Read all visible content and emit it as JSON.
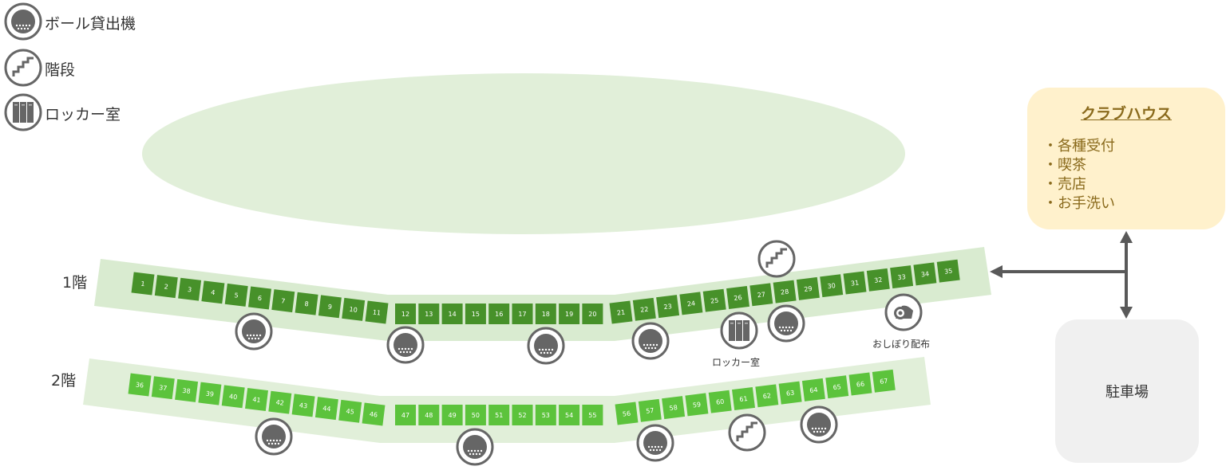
{
  "legend": {
    "items": [
      {
        "icon": "golf-ball-icon",
        "label": "ボール貸出機"
      },
      {
        "icon": "stairs-icon",
        "label": "階段"
      },
      {
        "icon": "locker-icon",
        "label": "ロッカー室"
      }
    ]
  },
  "floors": [
    {
      "label": "1階",
      "bays": [
        "1",
        "2",
        "3",
        "4",
        "5",
        "6",
        "7",
        "8",
        "9",
        "10",
        "11",
        "12",
        "13",
        "14",
        "15",
        "16",
        "17",
        "18",
        "19",
        "20",
        "21",
        "22",
        "23",
        "24",
        "25",
        "26",
        "27",
        "28",
        "29",
        "30",
        "31",
        "32",
        "33",
        "34",
        "35"
      ]
    },
    {
      "label": "2階",
      "bays": [
        "36",
        "37",
        "38",
        "39",
        "40",
        "41",
        "42",
        "43",
        "44",
        "45",
        "46",
        "47",
        "48",
        "49",
        "50",
        "51",
        "52",
        "53",
        "54",
        "55",
        "56",
        "57",
        "58",
        "59",
        "60",
        "61",
        "62",
        "63",
        "64",
        "65",
        "66",
        "67"
      ]
    }
  ],
  "captions": {
    "locker": "ロッカー室",
    "towel": "おしぼり配布"
  },
  "clubhouse": {
    "title": "クラブハウス",
    "items": [
      "・各種受付",
      "・喫茶",
      "・売店",
      "・お手洗い"
    ]
  },
  "parking": {
    "label": "駐車場"
  },
  "colors": {
    "field": "#e1efd9",
    "floor1_bay": "#47912a",
    "floor2_bay": "#5cc33c",
    "strip": "#d9ebd0",
    "icon_gray": "#666666",
    "clubhouse_bg": "#fff1cc",
    "clubhouse_text": "#8a6a1c",
    "parking_bg": "#f0f0f0",
    "arrow": "#595959"
  }
}
